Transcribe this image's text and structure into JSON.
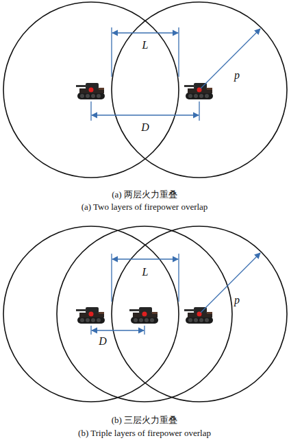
{
  "diagram": {
    "labels": [
      "L",
      "p",
      "D",
      "(a) 两层火力重叠",
      "(a) Two layers of firepower overlap",
      "L",
      "p",
      "D",
      "(b) 三层火力重叠",
      "(b) Triple layers of firepower overlap"
    ]
  }
}
